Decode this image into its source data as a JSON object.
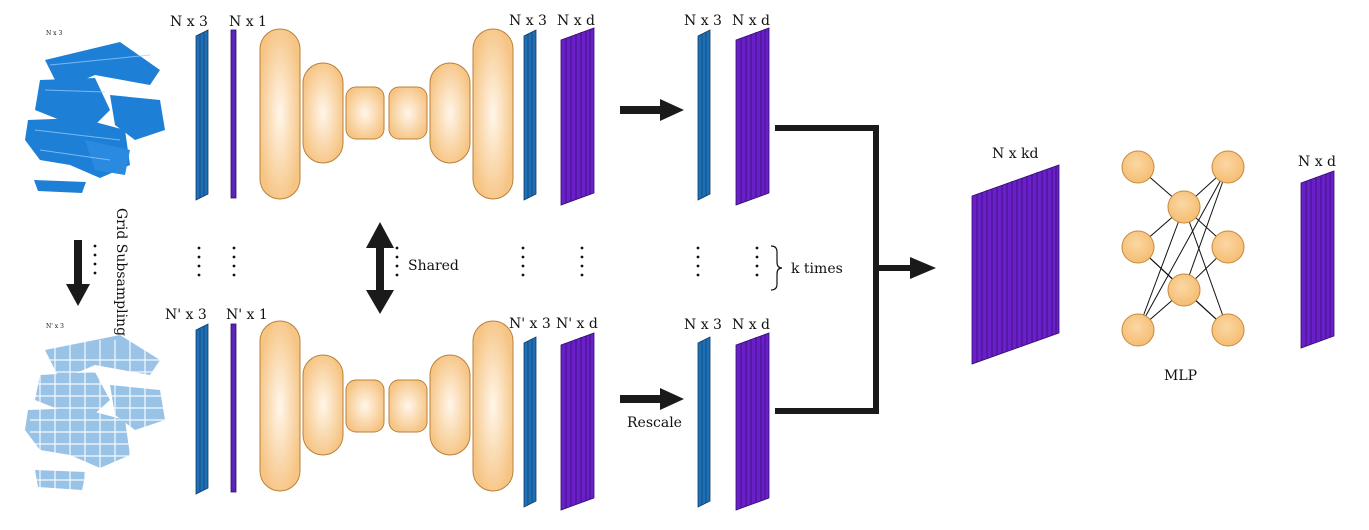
{
  "colors": {
    "point_cloud_dense": "#1e7fd6",
    "point_cloud_sparse": "#8fbde4",
    "coord_feature": "#1f6fb5",
    "index_feature": "#5a25b8",
    "output_feature": "#6a1fc8",
    "unet_block": "#f6c483",
    "unet_block_light": "#fff3e3",
    "mlp_node": "#f8c47e",
    "arrow": "#1a1a1a"
  },
  "labels": {
    "cloud_top_tag": "N x 3",
    "cloud_bottom_tag": "N' x 3",
    "grid_subsampling": "Grid Subsampling",
    "top_in_coords": "N x 3",
    "top_in_ones": "N x 1",
    "top_out_coords": "N x 3",
    "top_out_feats": "N x d",
    "bot_in_coords": "N' x 3",
    "bot_in_ones": "N' x 1",
    "bot_out_coords": "N' x 3",
    "bot_out_feats": "N' x d",
    "shared": "Shared",
    "right_top_coords": "N x 3",
    "right_top_feats": "N x d",
    "right_bot_coords": "N x 3",
    "right_bot_feats": "N x d",
    "rescale": "Rescale",
    "k_times": "k times",
    "concat_label": "N x kd",
    "mlp": "MLP",
    "final_label": "N x d"
  }
}
